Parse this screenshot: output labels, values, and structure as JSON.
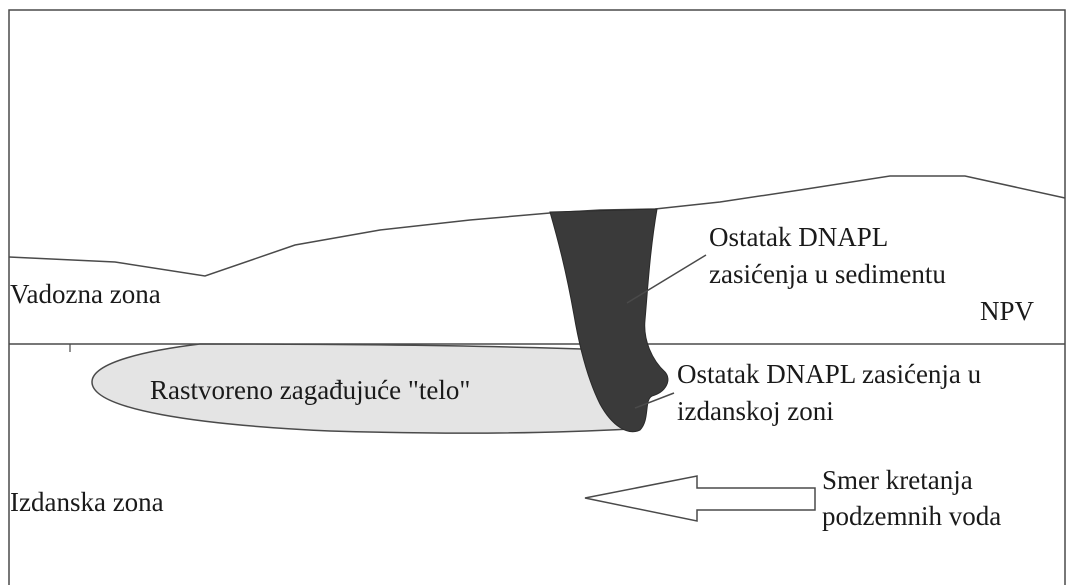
{
  "labels": {
    "vadose_zone": "Vadozna zona",
    "saturated_zone": "Izdanska zona",
    "residual_dnapl_sediment_line1": "Ostatak DNAPL",
    "residual_dnapl_sediment_line2": "zasićenja u sedimentu",
    "water_table": "NPV",
    "dissolved_plume": "Rastvoreno zagađujuće \"telo\"",
    "residual_dnapl_aquifer_line1": "Ostatak DNAPL zasićenja u",
    "residual_dnapl_aquifer_line2": "izdanskoj zoni",
    "flow_direction_line1": "Smer kretanja",
    "flow_direction_line2": "podzemnih voda"
  },
  "colors": {
    "dnapl_body": "#3a3a3a",
    "plume_fill": "#e4e4e4",
    "line": "#4a4a4a",
    "background": "#ffffff"
  }
}
